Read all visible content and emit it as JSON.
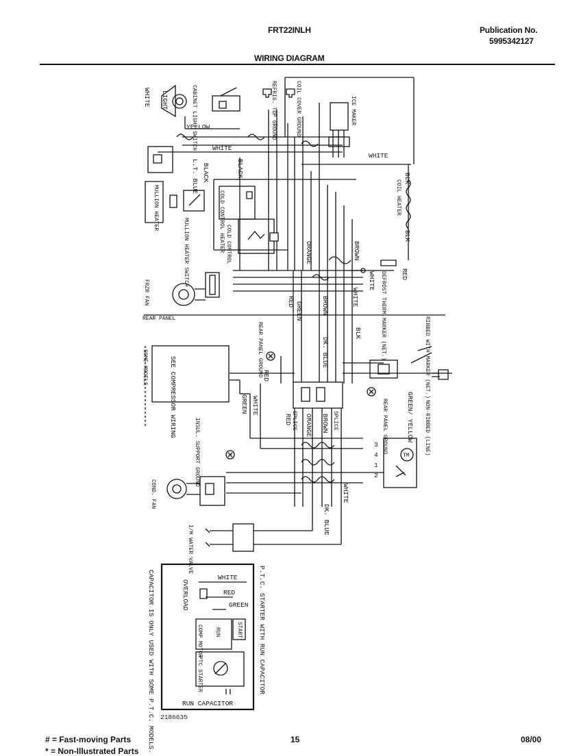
{
  "header": {
    "model": "FRT22INLH",
    "publication_label": "Publication No.",
    "publication_number": "5995342127",
    "title": "WIRING DIAGRAM"
  },
  "components": {
    "light": "LIGHT",
    "cabinet_light_switch": "CABINET LIGHT SWITCH",
    "refrig_top_ground": "REFRIG. TOP GROUND",
    "coil_cover_ground": "COIL COVER GROUND",
    "ice_maker": "ICE MAKER",
    "mullion_heater": "MULLION HEATER",
    "mullion_heater_switch": "MULLION HEATER SWITCH",
    "cold_control_heater": "COLD CONTROL HEATER",
    "cold_control": "COLD CONTROL",
    "coil_heater": "COIL HEATER",
    "defrost_therm": "DEFROST THERM.",
    "frzr_fan": "FRZR FAN",
    "rear_panel": "REAR PANEL",
    "rear_panel_ground": "REAR PANEL GROUND",
    "see_compressor_wiring": "SEE COMPRESSOR WIRING",
    "some_models": "SOME MODELS",
    "marker_net": "MARKER (NET.)",
    "ribbed_with_marker": "RIBBED WITH MARKER (NET.)",
    "non_ribbed_line": "NON-RIBBED (LINE)",
    "insul_support_ground": "INSUL. SUPPORT GROUND",
    "cond_fan": "COND. FAN",
    "water_valve": "I/M WATER VALVE",
    "tm": "TM",
    "splice": "SPLICE",
    "terminals": [
      "3",
      "4",
      "1",
      "2"
    ]
  },
  "wires": {
    "white": "WHITE",
    "yellow": "YELLOW",
    "black": "BLACK",
    "lt_blue": "L.T. BLUE",
    "blk": "BLK",
    "orange": "ORANGE",
    "brown": "BROWN",
    "red": "RED",
    "green": "GREEN",
    "dk_blue": "DK. BLUE",
    "green_yellow": "GREEN/ YELLOW"
  },
  "ptc_box": {
    "title": "P.T.C. STARTER WITH RUN CAPACITOR",
    "note": "CAPACITOR IS ONLY USED WITH SOME P.T.C. MODELS.",
    "overload": "OVERLOAD",
    "comp_motor": "COMP MOTOR",
    "ptc_starter": "PTC STARTER",
    "run_capacitor": "RUN CAPACITOR",
    "run": "RUN",
    "start": "START",
    "white": "WHITE",
    "red": "RED",
    "green": "GREEN",
    "part_number": "2186635"
  },
  "footer": {
    "legend_fast": "# = Fast-moving Parts",
    "legend_non": "* = Non-Illustrated Parts",
    "page": "15",
    "date": "08/00"
  }
}
